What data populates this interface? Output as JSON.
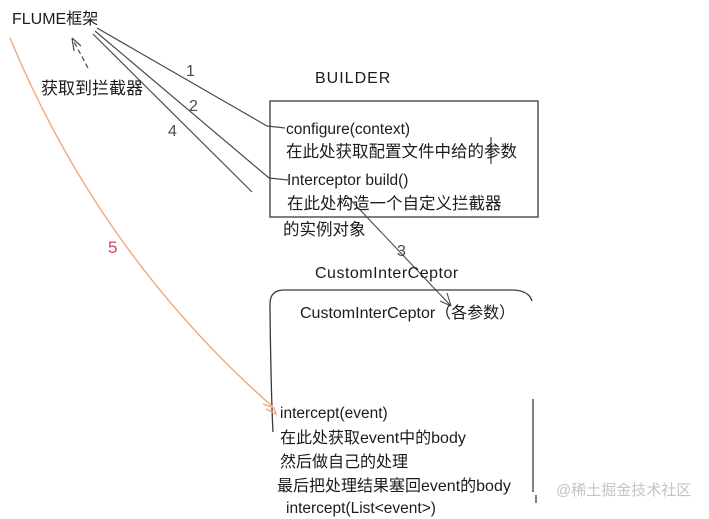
{
  "colors": {
    "line": "#4b4b4b",
    "box": "#3a3a3a",
    "orange": "#f0a87c",
    "red": "#d5405a",
    "watermark": "#c4c4c4"
  },
  "header": {
    "flume_label": "FLUME框架",
    "get_interceptor_label": "获取到拦截器"
  },
  "steps": {
    "s1": "1",
    "s2": "2",
    "s3": "3",
    "s4": "4",
    "s5": "5"
  },
  "builder": {
    "title": "BUILDER",
    "method1": "configure(context)",
    "method1_note": "在此处获取配置文件中给的参数",
    "method2": "Interceptor build()",
    "method2_note": "在此处构造一个自定义拦截器",
    "outside_note": "的实例对象"
  },
  "custom": {
    "title": "CustomInterCeptor",
    "constructor": "CustomInterCeptor（各参数）",
    "method1": "intercept(event)",
    "note1": "在此处获取event中的body",
    "note2": "然后做自己的处理",
    "note3": "最后把处理结果塞回event的body",
    "method2": "intercept(List<event>)"
  },
  "watermark": "@稀土掘金技术社区"
}
